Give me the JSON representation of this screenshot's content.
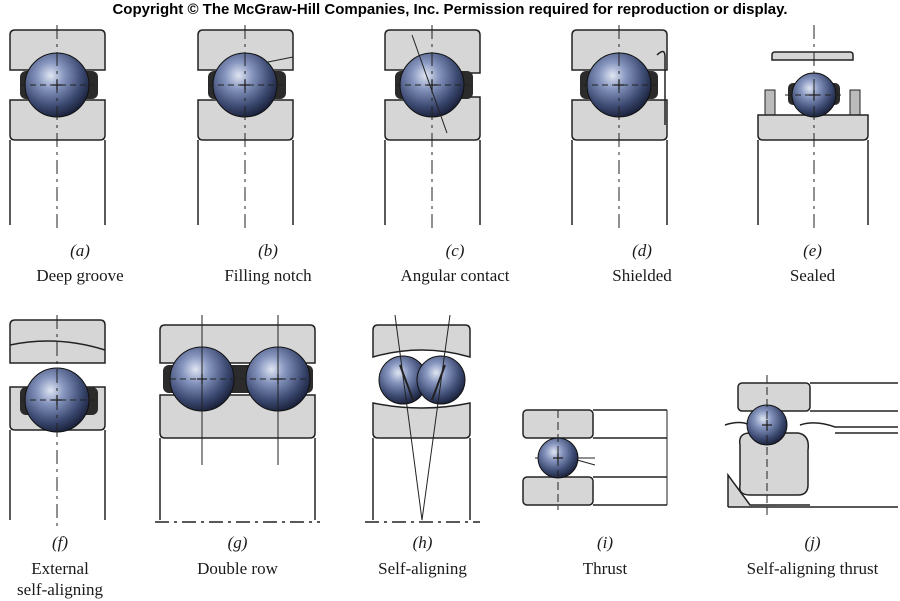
{
  "header": {
    "copyright": "Copyright © The McGraw-Hill Companies, Inc. Permission required for reproduction or display."
  },
  "bearings": [
    {
      "letter": "(a)",
      "caption": "Deep groove"
    },
    {
      "letter": "(b)",
      "caption": "Filling notch"
    },
    {
      "letter": "(c)",
      "caption": "Angular contact"
    },
    {
      "letter": "(d)",
      "caption": "Shielded"
    },
    {
      "letter": "(e)",
      "caption": "Sealed"
    },
    {
      "letter": "(f)",
      "caption": "External\nself-aligning"
    },
    {
      "letter": "(g)",
      "caption": "Double row"
    },
    {
      "letter": "(h)",
      "caption": "Self-aligning"
    },
    {
      "letter": "(i)",
      "caption": "Thrust"
    },
    {
      "letter": "(j)",
      "caption": "Self-aligning thrust"
    }
  ],
  "colors": {
    "ring_fill": "#d6d6d6",
    "outline": "#222222",
    "ball_mid": "#6b7ca8",
    "ball_dark": "#1f2a4a",
    "cage": "#2a2a2a"
  }
}
